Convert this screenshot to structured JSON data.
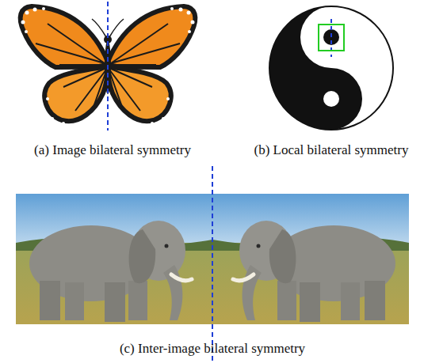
{
  "diagram": {
    "labels": [
      "(a) Image bilateral symmetry",
      "(b) Local bilateral symmetry",
      "(c) Inter-image bilateral symmetry"
    ]
  }
}
